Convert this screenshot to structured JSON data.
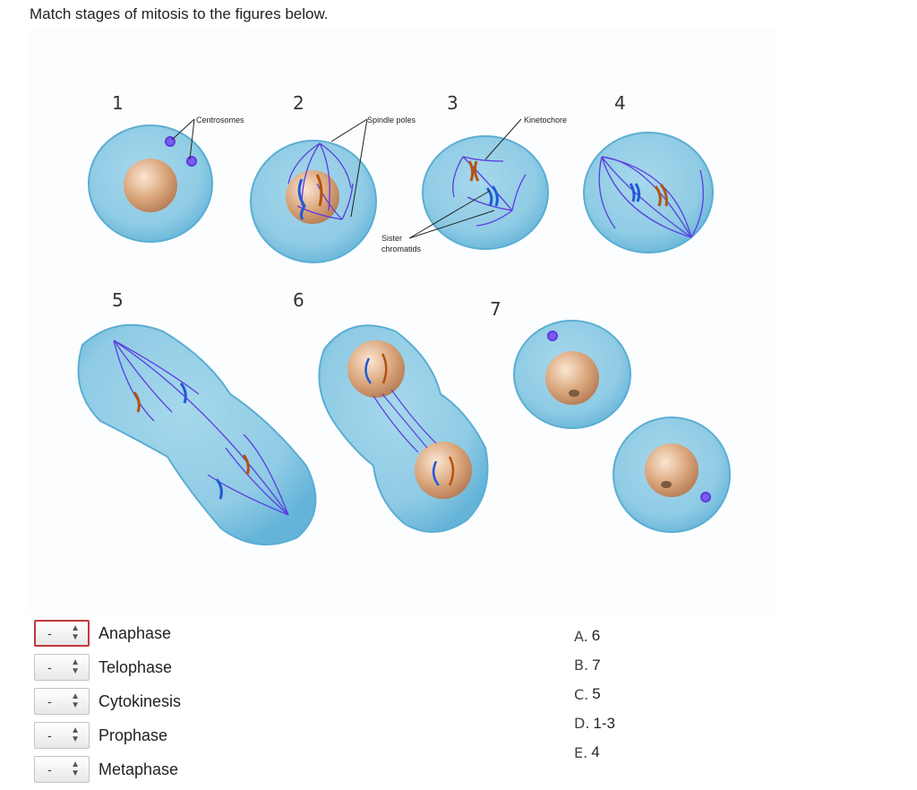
{
  "question": {
    "prompt": "Match stages of mitosis to the figures below."
  },
  "figure": {
    "panel_numbers": [
      "1",
      "2",
      "3",
      "4",
      "5",
      "6",
      "7"
    ],
    "callouts": {
      "centrosomes": "Centrosomes",
      "spindle_poles": "Spindle poles",
      "kinetochore": "Kinetochore",
      "sister_line1": "Sister",
      "sister_line2": "chromatids"
    },
    "colors": {
      "cell_fill": "#8fcbe4",
      "cell_edge": "#5aaed3",
      "nucleus": "#d7a67c",
      "spindle": "#5c3ce0",
      "chromosome_orange": "#b4520f",
      "chromosome_blue": "#1f5ad8"
    }
  },
  "matching": {
    "rows": [
      {
        "selected": "-",
        "stage": "Anaphase",
        "focused": true
      },
      {
        "selected": "-",
        "stage": "Telophase",
        "focused": false
      },
      {
        "selected": "-",
        "stage": "Cytokinesis",
        "focused": false
      },
      {
        "selected": "-",
        "stage": "Prophase",
        "focused": false
      },
      {
        "selected": "-",
        "stage": "Metaphase",
        "focused": false
      }
    ],
    "answers": [
      {
        "letter": "A.",
        "value": "6"
      },
      {
        "letter": "B.",
        "value": "7"
      },
      {
        "letter": "C.",
        "value": "5"
      },
      {
        "letter": "D.",
        "value": "1-3"
      },
      {
        "letter": "E.",
        "value": "4"
      }
    ]
  }
}
